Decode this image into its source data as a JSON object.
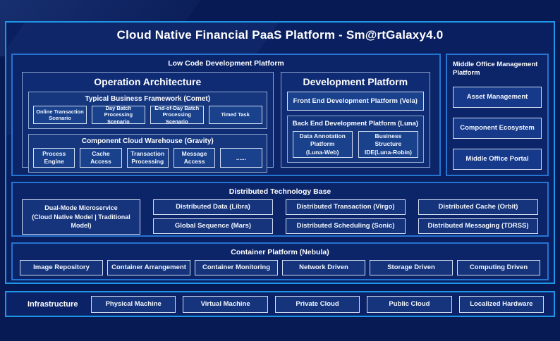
{
  "title": "Cloud Native Financial PaaS Platform - Sm@rtGalaxy4.0",
  "low_code": {
    "title": "Low Code Development Platform",
    "operation": {
      "title": "Operation Architecture",
      "comet": {
        "title": "Typical Business Framework (Comet)",
        "items": [
          "Online Transaction Scenario",
          "Day Batch Processing Scenario",
          "End-of-Day Batch Processing Scenario",
          "Timed Task"
        ]
      },
      "gravity": {
        "title": "Component Cloud Warehouse (Gravity)",
        "items": [
          "Process Engine",
          "Cache Access",
          "Transaction Processing",
          "Message Access",
          "......"
        ]
      }
    },
    "development": {
      "title": "Development Platform",
      "front_end": "Front End Development Platform (Vela)",
      "back_end": {
        "title": "Back End Development Platform (Luna)",
        "items": [
          "Data Annotation\nPlatform\n(Luna-Web)",
          "Business\nStructure\nIDE(Luna-Robin)"
        ]
      }
    }
  },
  "middle_office": {
    "title": "Middle Office Management\nPlatform",
    "items": [
      "Asset Management",
      "Component Ecosystem",
      "Middle Office Portal"
    ]
  },
  "distributed": {
    "title": "Distributed Technology Base",
    "dual_mode": "Dual-Mode Microservice\n(Cloud Native Model | Traditional\nModel)",
    "columns": [
      [
        "Distributed Data (Libra)",
        "Global Sequence (Mars)"
      ],
      [
        "Distributed Transaction (Virgo)",
        "Distributed Scheduling (Sonic)"
      ],
      [
        "Distributed Cache (Orbit)",
        "Distributed Messaging (TDRSS)"
      ]
    ]
  },
  "container": {
    "title": "Container Platform (Nebula)",
    "items": [
      "Image Repository",
      "Container Arrangement",
      "Container Monitoring",
      "Network Driven",
      "Storage Driven",
      "Computing Driven"
    ]
  },
  "infrastructure": {
    "label": "Infrastructure",
    "items": [
      "Physical Machine",
      "Virtual Machine",
      "Private Cloud",
      "Public Cloud",
      "Localized Hardware"
    ]
  },
  "colors": {
    "background": "#081A54",
    "frame_border": "#1E96E8",
    "section_border": "#2674D2",
    "leaf_border": "#D2DEF2",
    "leaf_fill": "#19418C",
    "text": "#FFFFFF"
  }
}
